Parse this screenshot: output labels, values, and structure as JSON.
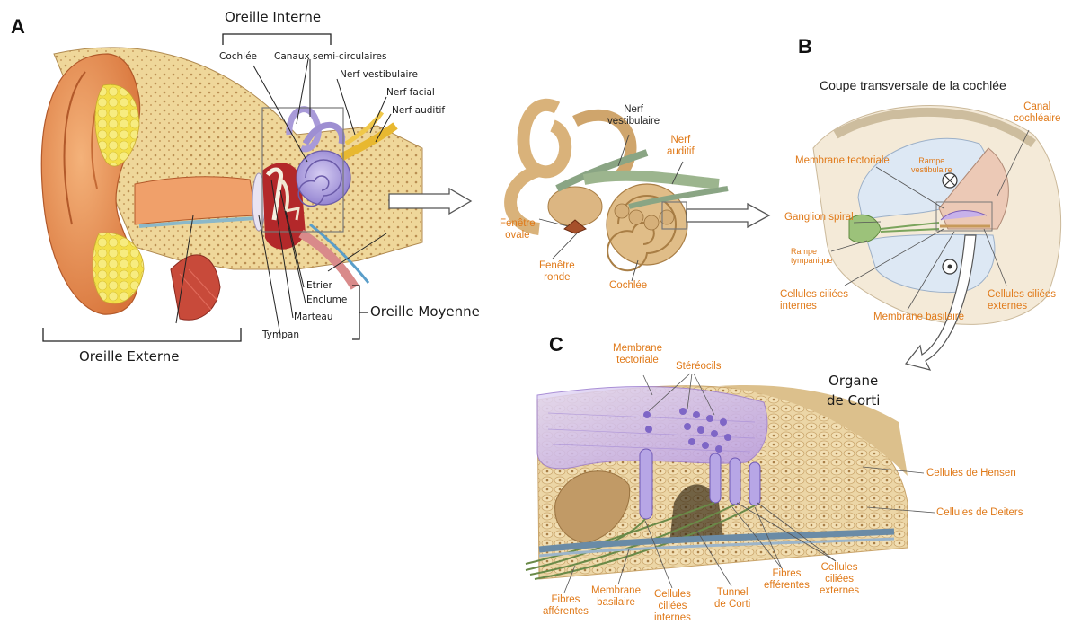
{
  "panels": {
    "a": "A",
    "b": "B",
    "c": "C"
  },
  "panel_a": {
    "oreille_interne": "Oreille Interne",
    "cochlee": "Cochlée",
    "canaux": "Canaux semi-circulaires",
    "nerf_vestibulaire": "Nerf vestibulaire",
    "nerf_facial": "Nerf facial",
    "nerf_auditif": "Nerf auditif",
    "etrier": "Etrier",
    "enclume": "Enclume",
    "marteau": "Marteau",
    "tympan": "Tympan",
    "oreille_moyenne": "Oreille Moyenne",
    "oreille_externe": "Oreille Externe"
  },
  "panel_mid": {
    "nerf_vestibulaire": "Nerf\nvestibulaire",
    "nerf_auditif": "Nerf\nauditif",
    "fenetre_ovale": "Fenêtre\novale",
    "fenetre_ronde": "Fenêtre\nronde",
    "cochlee": "Cochlée"
  },
  "panel_b": {
    "title": "Coupe transversale de la cochlée",
    "canal_cochleaire": "Canal\ncochléaire",
    "membrane_tectoriale": "Membrane tectoriale",
    "rampe_vestibulaire": "Rampe\nvestibulaire",
    "ganglion_spiral": "Ganglion spiral",
    "rampe_tympanique": "Rampe\ntympanique",
    "cellules_internes": "Cellules ciliées\ninternes",
    "membrane_basilaire": "Membrane basilaire",
    "cellules_externes": "Cellules ciliées\nexternes",
    "organe_de_corti": "Organe\nde Corti"
  },
  "panel_c": {
    "membrane_tectoriale": "Membrane\ntectoriale",
    "stereocils": "Stéréocils",
    "cellules_hensen": "Cellules de Hensen",
    "cellules_deiters": "Cellules de Deiters",
    "fibres_afferentes": "Fibres\nafférentes",
    "membrane_basilaire": "Membrane\nbasilaire",
    "cellules_internes": "Cellules\nciliées\ninternes",
    "tunnel_corti": "Tunnel\nde Corti",
    "fibres_efferentes": "Fibres\nefférentes",
    "cellules_externes": "Cellules\nciliées\nexternes"
  },
  "colors": {
    "label_orange": "#e07a1a",
    "skin": "#e8904a",
    "bone": "#efd79a",
    "cochlea_purple": "#a89ad8",
    "nerve_yellow": "#e8b830",
    "tectorial_purple": "#c7b1ea",
    "tissue_tan": "#e6cf9e",
    "fluid_blue": "#dde8f4"
  }
}
